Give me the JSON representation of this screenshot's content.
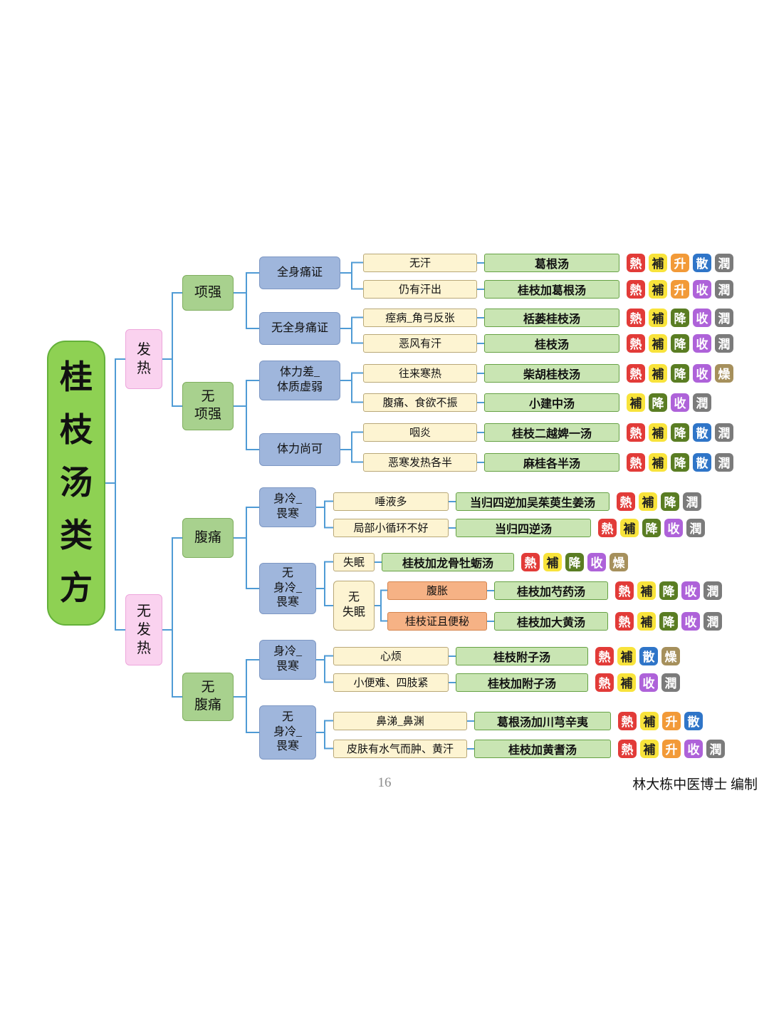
{
  "page": {
    "page_number": "16",
    "credit": "林大栋中医博士 编制"
  },
  "colors": {
    "connector": "#4f9bd5"
  },
  "badge_colors": {
    "熱": {
      "bg": "#e23b38",
      "fg": "#ffffff"
    },
    "補": {
      "bg": "#f8e33b",
      "fg": "#222222"
    },
    "升": {
      "bg": "#f29a38",
      "fg": "#ffffff"
    },
    "降": {
      "bg": "#5a7d23",
      "fg": "#ffffff"
    },
    "散": {
      "bg": "#2f75c8",
      "fg": "#ffffff"
    },
    "收": {
      "bg": "#ae62d9",
      "fg": "#ffffff"
    },
    "潤": {
      "bg": "#7b7b7b",
      "fg": "#ffffff"
    },
    "燥": {
      "bg": "#a6905c",
      "fg": "#ffffff"
    }
  },
  "root": {
    "label": "桂\n枝\n汤\n类\n方"
  },
  "nodes": {
    "fever": "发\n热",
    "no_fever": "无\n发\n热",
    "neck_stiff": "项强",
    "no_neck_stiff": "无\n项强",
    "abdominal_pain": "腹痛",
    "no_abdominal_pain": "无\n腹痛",
    "body_pain": "全身痛证",
    "no_body_pain": "无全身痛证",
    "weak": "体力差_\n体质虚弱",
    "strength_ok": "体力尚可",
    "cold1": "身冷_\n畏寒",
    "no_cold1": "无\n身冷_\n畏寒",
    "cold2": "身冷_\n畏寒",
    "no_cold2": "无\n身冷_\n畏寒",
    "no_insomnia": "无\n失眠"
  },
  "rows": [
    {
      "symptom": "无汗",
      "formula": "葛根汤",
      "badges": [
        "熱",
        "補",
        "升",
        "散",
        "潤"
      ]
    },
    {
      "symptom": "仍有汗出",
      "formula": "桂枝加葛根汤",
      "badges": [
        "熱",
        "補",
        "升",
        "收",
        "潤"
      ]
    },
    {
      "symptom": "痓病_角弓反张",
      "formula": "栝蒌桂枝汤",
      "badges": [
        "熱",
        "補",
        "降",
        "收",
        "潤"
      ]
    },
    {
      "symptom": "恶风有汗",
      "formula": "桂枝汤",
      "badges": [
        "熱",
        "補",
        "降",
        "收",
        "潤"
      ]
    },
    {
      "symptom": "往来寒热",
      "formula": "柴胡桂枝汤",
      "badges": [
        "熱",
        "補",
        "降",
        "收",
        "燥"
      ]
    },
    {
      "symptom": "腹痛、食欲不振",
      "formula": "小建中汤",
      "badges": [
        "補",
        "降",
        "收",
        "潤"
      ]
    },
    {
      "symptom": "咽炎",
      "formula": "桂枝二越婢一汤",
      "badges": [
        "熱",
        "補",
        "降",
        "散",
        "潤"
      ]
    },
    {
      "symptom": "恶寒发热各半",
      "formula": "麻桂各半汤",
      "badges": [
        "熱",
        "補",
        "降",
        "散",
        "潤"
      ]
    },
    {
      "symptom": "唾液多",
      "formula": "当归四逆加吴茱萸生姜汤",
      "badges": [
        "熱",
        "補",
        "降",
        "潤"
      ]
    },
    {
      "symptom": "局部小循环不好",
      "formula": "当归四逆汤",
      "badges": [
        "熱",
        "補",
        "降",
        "收",
        "潤"
      ]
    },
    {
      "symptom": "失眠",
      "formula": "桂枝加龙骨牡蛎汤",
      "badges": [
        "熱",
        "補",
        "降",
        "收",
        "燥"
      ]
    },
    {
      "symptom": "腹胀",
      "formula": "桂枝加芍药汤",
      "badges": [
        "熱",
        "補",
        "降",
        "收",
        "潤"
      ]
    },
    {
      "symptom": "桂枝证且便秘",
      "formula": "桂枝加大黄汤",
      "badges": [
        "熱",
        "補",
        "降",
        "收",
        "潤"
      ]
    },
    {
      "symptom": "心烦",
      "formula": "桂枝附子汤",
      "badges": [
        "熱",
        "補",
        "散",
        "燥"
      ]
    },
    {
      "symptom": "小便难、四肢紧",
      "formula": "桂枝加附子汤",
      "badges": [
        "熱",
        "補",
        "收",
        "潤"
      ]
    },
    {
      "symptom": "鼻涕_鼻渊",
      "formula": "葛根汤加川芎辛夷",
      "badges": [
        "熱",
        "補",
        "升",
        "散"
      ]
    },
    {
      "symptom": "皮肤有水气而肿、黄汗",
      "formula": "桂枝加黄耆汤",
      "badges": [
        "熱",
        "補",
        "升",
        "收",
        "潤"
      ]
    }
  ]
}
